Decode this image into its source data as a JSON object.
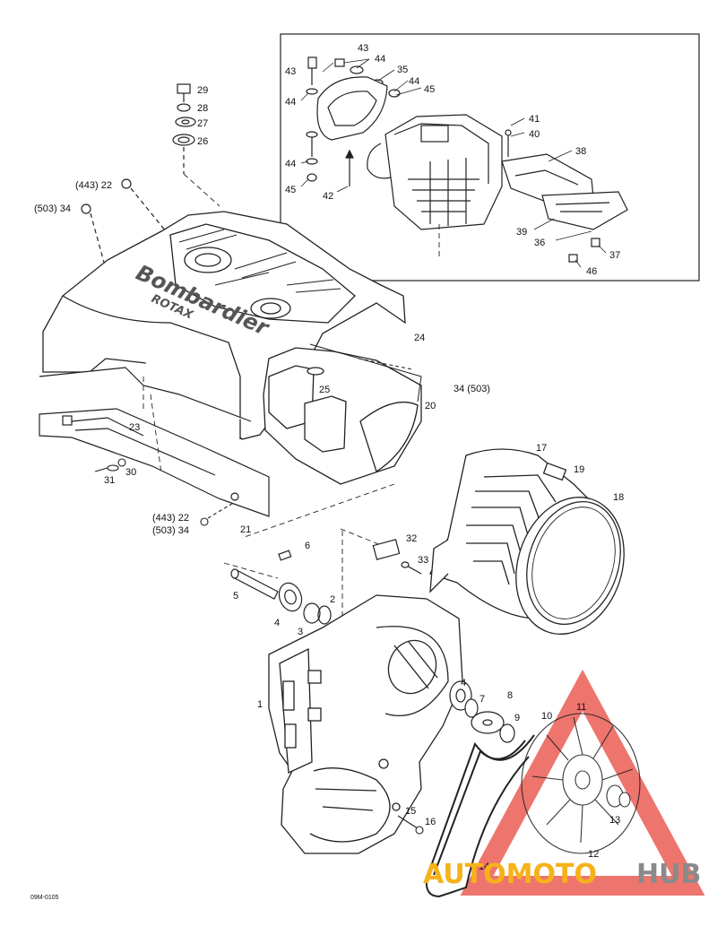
{
  "diagram": {
    "drawing_code": "09M-0105",
    "brand_text": "Bombardier",
    "brand_subtext": "ROTAX",
    "callouts": [
      {
        "id": "c43a",
        "text": "43"
      },
      {
        "id": "c43b",
        "text": "43"
      },
      {
        "id": "c44a",
        "text": "44"
      },
      {
        "id": "c44b",
        "text": "44"
      },
      {
        "id": "c44c",
        "text": "44"
      },
      {
        "id": "c44d",
        "text": "44"
      },
      {
        "id": "c35",
        "text": "35"
      },
      {
        "id": "c45a",
        "text": "45"
      },
      {
        "id": "c45b",
        "text": "45"
      },
      {
        "id": "c41",
        "text": "41"
      },
      {
        "id": "c40",
        "text": "40"
      },
      {
        "id": "c38",
        "text": "38"
      },
      {
        "id": "c42",
        "text": "42"
      },
      {
        "id": "c39",
        "text": "39"
      },
      {
        "id": "c36",
        "text": "36"
      },
      {
        "id": "c37",
        "text": "37"
      },
      {
        "id": "c46",
        "text": "46"
      },
      {
        "id": "c29",
        "text": "29"
      },
      {
        "id": "c28",
        "text": "28"
      },
      {
        "id": "c27",
        "text": "27"
      },
      {
        "id": "c26",
        "text": "26"
      },
      {
        "id": "c22a",
        "text": "(443) 22"
      },
      {
        "id": "c34a",
        "text": "(503) 34"
      },
      {
        "id": "c24",
        "text": "24"
      },
      {
        "id": "c25",
        "text": "25"
      },
      {
        "id": "c34b",
        "text": "34 (503)"
      },
      {
        "id": "c20",
        "text": "20"
      },
      {
        "id": "c23",
        "text": "23"
      },
      {
        "id": "c30",
        "text": "30"
      },
      {
        "id": "c31",
        "text": "31"
      },
      {
        "id": "c22b",
        "text": "(443) 22"
      },
      {
        "id": "c34c",
        "text": "(503) 34"
      },
      {
        "id": "c21",
        "text": "21"
      },
      {
        "id": "c17",
        "text": "17"
      },
      {
        "id": "c19",
        "text": "19"
      },
      {
        "id": "c18",
        "text": "18"
      },
      {
        "id": "c6",
        "text": "6"
      },
      {
        "id": "c32",
        "text": "32"
      },
      {
        "id": "c33",
        "text": "33"
      },
      {
        "id": "c5",
        "text": "5"
      },
      {
        "id": "c2",
        "text": "2"
      },
      {
        "id": "c4",
        "text": "4"
      },
      {
        "id": "c3",
        "text": "3"
      },
      {
        "id": "c1",
        "text": "1"
      },
      {
        "id": "c4b",
        "text": "4"
      },
      {
        "id": "c7",
        "text": "7"
      },
      {
        "id": "c8",
        "text": "8"
      },
      {
        "id": "c9",
        "text": "9"
      },
      {
        "id": "c10",
        "text": "10"
      },
      {
        "id": "c11",
        "text": "11"
      },
      {
        "id": "c13",
        "text": "13"
      },
      {
        "id": "c12",
        "text": "12"
      },
      {
        "id": "c15",
        "text": "15"
      },
      {
        "id": "c16",
        "text": "16"
      },
      {
        "id": "c14",
        "text": "14"
      }
    ]
  },
  "watermark": {
    "part1": "AUTOMOTO",
    "part2": "HUB",
    "colors": {
      "orange": "#f6b21a",
      "gray": "#8a8a8a",
      "triangle": "#e8524a"
    }
  }
}
